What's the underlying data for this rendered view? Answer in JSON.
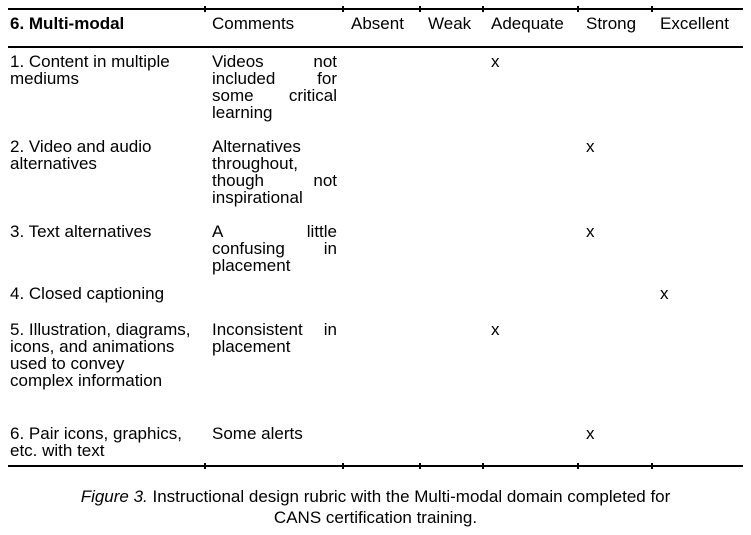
{
  "table": {
    "headers": [
      "6. Multi-modal",
      "Comments",
      "Absent",
      "Weak",
      "Adequate",
      "Strong",
      "Excellent"
    ],
    "rating_levels": [
      "Absent",
      "Weak",
      "Adequate",
      "Strong",
      "Excellent"
    ],
    "mark": "x",
    "rows": [
      {
        "item": "1. Content in multiple mediums",
        "item_lines": [
          "1. Content in multiple",
          "mediums"
        ],
        "comment": "Videos not included for some critical learning",
        "comment_lines": [
          {
            "l": "Videos",
            "r": "not"
          },
          {
            "l": "included",
            "r": "for"
          },
          {
            "l": "some",
            "r": "critical"
          },
          {
            "t": "learning"
          }
        ],
        "rating": "Adequate"
      },
      {
        "item": "2. Video and audio alternatives",
        "item_lines": [
          "2. Video and audio",
          "alternatives"
        ],
        "comment": "Alternatives throughout, though not inspirational",
        "comment_lines": [
          {
            "t": "Alternatives"
          },
          {
            "t": "throughout,"
          },
          {
            "l": "though",
            "r": "not"
          },
          {
            "t": "inspirational"
          }
        ],
        "rating": "Strong"
      },
      {
        "item": "3. Text alternatives",
        "item_lines": [
          "3. Text alternatives"
        ],
        "comment": "A little confusing in placement",
        "comment_lines": [
          {
            "l": "A",
            "r": "little"
          },
          {
            "l": "confusing",
            "r": "in"
          },
          {
            "t": "placement"
          }
        ],
        "rating": "Strong"
      },
      {
        "item": "4. Closed captioning",
        "item_lines": [
          "4. Closed captioning"
        ],
        "comment": "",
        "comment_lines": [],
        "rating": "Excellent"
      },
      {
        "item": "5. Illustration, diagrams, icons, and animations used to convey complex information",
        "item_lines": [
          "5. Illustration, diagrams,",
          "icons, and animations",
          "used to convey",
          "complex information"
        ],
        "comment": "Inconsistent in placement",
        "comment_lines": [
          {
            "l": "Inconsistent",
            "r": "in"
          },
          {
            "t": "placement"
          }
        ],
        "rating": "Adequate"
      },
      {
        "item": "6. Pair icons, graphics, etc. with text",
        "item_lines": [
          "6. Pair icons, graphics,",
          "etc. with text"
        ],
        "comment": "Some alerts",
        "comment_lines": [
          {
            "t": "Some alerts"
          }
        ],
        "rating": "Strong"
      }
    ]
  },
  "caption": {
    "line1_italic": "Figure 3.",
    "line1_rest": " Instructional design rubric with the Multi-modal domain completed for",
    "line2": "CANS certification training."
  }
}
